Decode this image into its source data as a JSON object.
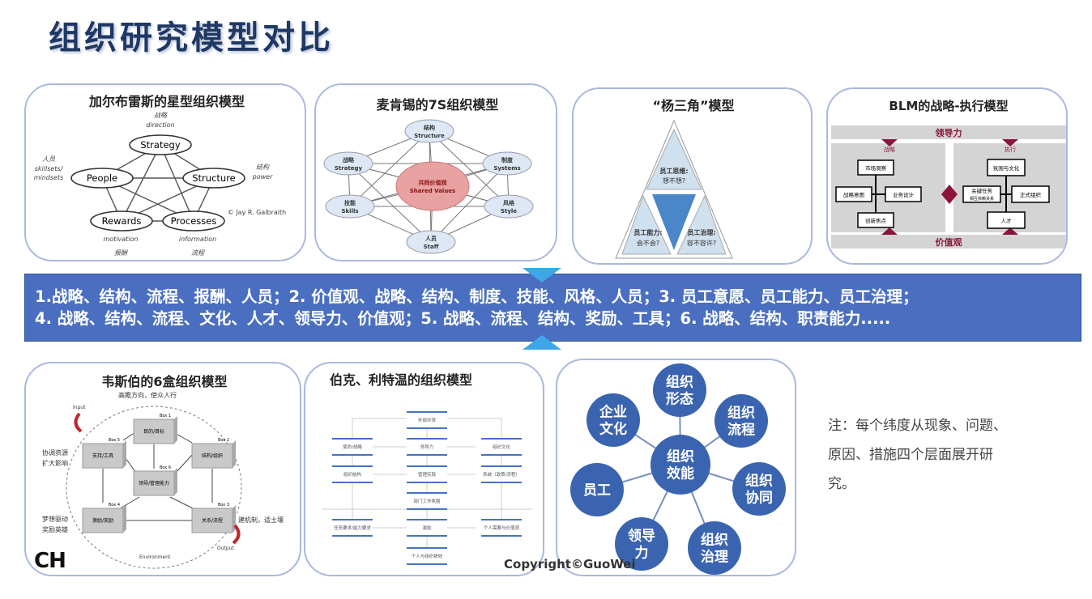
{
  "title": "组织研究模型对比",
  "galbraith": {
    "title": "加尔布雷斯的星型组织模型",
    "nodes": [
      "Strategy",
      "People",
      "Structure",
      "Rewards",
      "Processes"
    ],
    "labels": {
      "strategy_cn": "战略",
      "strategy_en": "direction",
      "people_cn": "人员",
      "people_en1": "skillsets/",
      "people_en2": "mindsets",
      "structure_cn": "结构",
      "structure_en": "power",
      "rewards_en": "motivation",
      "rewards_cn": "报酬",
      "processes_en": "information",
      "processes_cn": "流程"
    },
    "credit": "© Jay R. Galbraith"
  },
  "mckinsey": {
    "title": "麦肯锡的7S组织模型",
    "nodes": [
      {
        "cn": "结构",
        "en": "Structure"
      },
      {
        "cn": "战略",
        "en": "Strategy"
      },
      {
        "cn": "制度",
        "en": "Systems"
      },
      {
        "cn": "共同价值观",
        "en": "Shared Values"
      },
      {
        "cn": "技能",
        "en": "Skills"
      },
      {
        "cn": "风格",
        "en": "Style"
      },
      {
        "cn": "人员",
        "en": "Staff"
      }
    ]
  },
  "yang": {
    "title": "“杨三角”模型",
    "items": [
      {
        "head": "员工思维:",
        "q": "想不想?"
      },
      {
        "head": "员工能力:",
        "q": "会不会?"
      },
      {
        "head": "员工治理:",
        "q": "容不容许?"
      }
    ]
  },
  "blm": {
    "title": "BLM的战略-执行模型",
    "top": "领导力",
    "bottom": "价值观",
    "left_head": "战略",
    "right_head": "执行",
    "left_boxes": [
      "市场洞察",
      "战略意图",
      "业务设计",
      "创新焦点"
    ],
    "right_boxes": [
      "氛围与文化",
      "关键任务",
      "相互依赖关系",
      "正式组织",
      "人才"
    ]
  },
  "banner": {
    "line1": "1.战略、结构、流程、报酬、人员；2. 价值观、战略、结构、制度、技能、风格、人员；3. 员工意愿、员工能力、员工治理；",
    "line2": "4. 战略、结构、流程、文化、人才、领导力、价值观；5. 战略、流程、结构、奖励、工具；6. 战略、结构、职责能力....."
  },
  "weisbord": {
    "title": "韦斯伯的6盒组织模型",
    "subtitle": "高瞻方向，使众人行",
    "boxes": [
      {
        "num": "Box 1",
        "label": "目的/目标"
      },
      {
        "num": "Box 2",
        "label": "结构/组织"
      },
      {
        "num": "Box 3",
        "label": "关系/流程"
      },
      {
        "num": "Box 4",
        "label": "激励/奖励"
      },
      {
        "num": "Box 5",
        "label": "支持/工具"
      },
      {
        "num": "Box 6",
        "label": "领导/管理能力"
      }
    ],
    "side_left_top": [
      "协调资源",
      "扩大影响"
    ],
    "side_left_bottom": [
      "梦想驱动",
      "奖励英雄"
    ],
    "side_right": "建机制，适土壤",
    "input": "Input",
    "output": "Output",
    "environment": "Environment"
  },
  "burke": {
    "title": "伯克、利特温的组织模型",
    "boxes": [
      "外部环境",
      "使命/战略",
      "领导力",
      "组织文化",
      "组织结构",
      "管理实践",
      "系统（政策/流程）",
      "部门工作氛围",
      "任务要求/能力要求",
      "激励",
      "个人需要与价值观",
      "个人与组织绩效"
    ]
  },
  "efficiency": {
    "center": [
      "组织",
      "效能"
    ],
    "nodes": [
      [
        "组织",
        "形态"
      ],
      [
        "组织",
        "流程"
      ],
      [
        "组织",
        "协同"
      ],
      [
        "组织",
        "治理"
      ],
      [
        "领导",
        "力"
      ],
      [
        "员工"
      ],
      [
        "企业",
        "文化"
      ]
    ],
    "color": "#3a64b0"
  },
  "note": "注：每个纬度从现象、问题、原因、措施四个层面展开研究。",
  "copyright": "Copyright©GuoWei",
  "watermark": "CH"
}
